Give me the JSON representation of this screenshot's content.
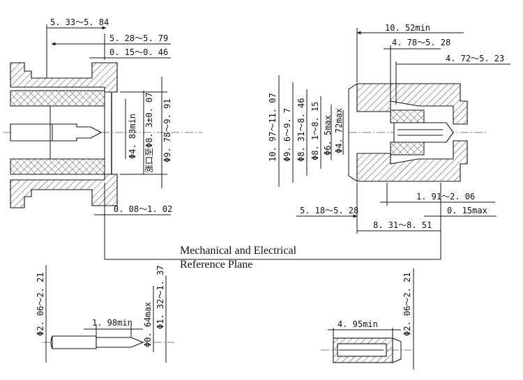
{
  "male_connector": {
    "dims": {
      "d1": "5. 33～5. 84",
      "d2": "5. 28～5. 79",
      "d3": "0. 15～0. 46",
      "d4": "Φ4. 83min",
      "d5": "涨口至Φ8. 3±0. 07",
      "d6": "Φ9. 78～9. 91",
      "d7": "0. 08～1. 02"
    }
  },
  "female_connector": {
    "dims": {
      "d1": "10. 52min",
      "d2": "4. 78～5. 28",
      "d3": "4. 72～5. 23",
      "d4": "10. 97～11. 07",
      "d5": "Φ9. 6～9. 7",
      "d6": "Φ8. 31～8. 46",
      "d7": "Φ8. 1～8. 15",
      "d8": "Φ6. 5max",
      "d9": "Φ4. 72max",
      "d10": "1. 91～2. 06",
      "d11": "5. 18～5. 28",
      "d12": "0. 15max",
      "d13": "8. 31～8. 51"
    }
  },
  "reference_plane": {
    "line1": "Mechanical and Electrical",
    "line2": "Reference Plane"
  },
  "male_pin": {
    "dims": {
      "d1": "Φ2. 06～2. 21",
      "d2": "1. 98min",
      "d3": "Φ0. 64max",
      "d4": "Φ1. 32～1. 37"
    }
  },
  "female_contact": {
    "dims": {
      "d1": "4. 95min",
      "d2": "Φ2. 06～2. 21"
    }
  }
}
